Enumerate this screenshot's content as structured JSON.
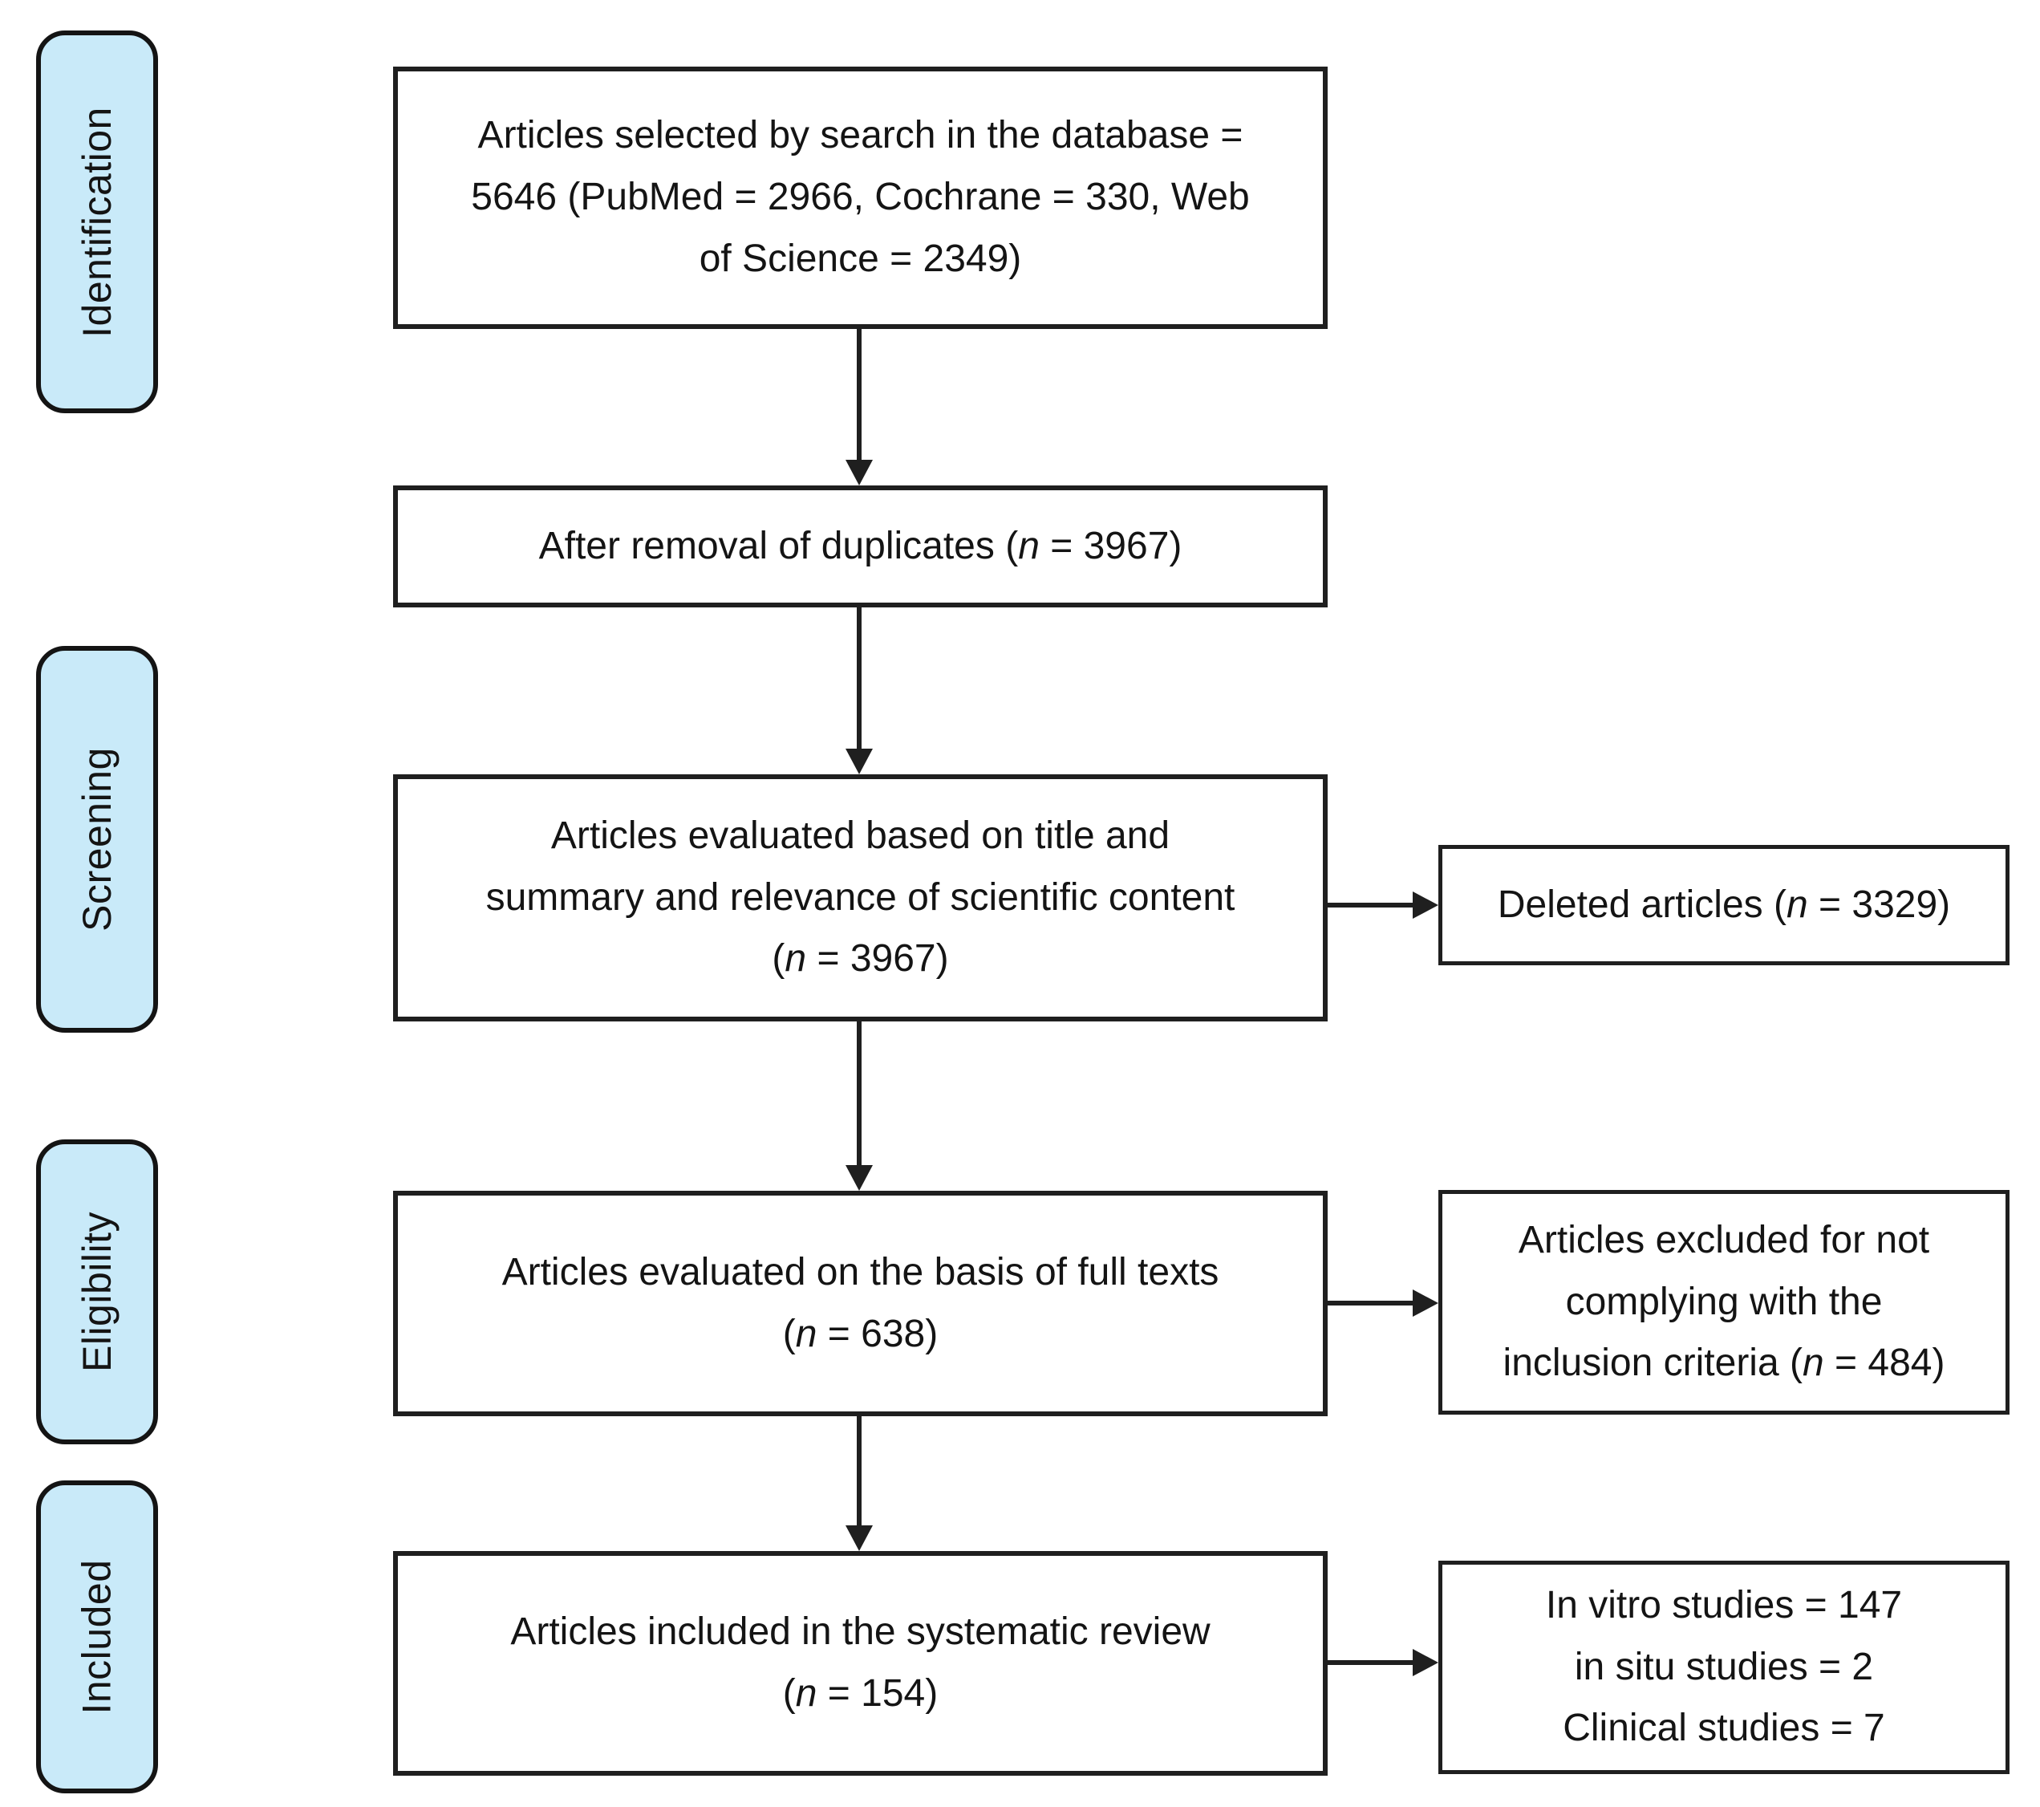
{
  "colors": {
    "stage_fill": "#C9EAF9",
    "box_fill": "#FFFFFF",
    "line_color": "#1F1F1F"
  },
  "stages": [
    {
      "label": "Identification"
    },
    {
      "label": "Screening"
    },
    {
      "label": "Eligibility"
    },
    {
      "label": "Included"
    }
  ],
  "flow_boxes": [
    {
      "lines": [
        "Articles selected by search in the database =",
        "5646 (PubMed = 2966, Cochrane = 330, Web",
        "of Science = 2349)"
      ]
    },
    {
      "lines": [
        "After removal of duplicates (n = 3967)"
      ]
    },
    {
      "lines": [
        "Articles evaluated based on title and",
        "summary and relevance of scientific content",
        "(n = 3967)"
      ]
    },
    {
      "lines": [
        "Articles evaluated on the basis of full texts",
        "(n = 638)"
      ]
    },
    {
      "lines": [
        "Articles included in the systematic review",
        "(n = 154)"
      ]
    }
  ],
  "side_boxes": [
    {
      "lines": [
        "Deleted articles (n = 3329)"
      ]
    },
    {
      "lines": [
        "Articles excluded for not",
        "complying with the",
        "inclusion criteria (n = 484)"
      ]
    },
    {
      "lines": [
        "In vitro studies = 147",
        "in situ studies = 2",
        "Clinical studies = 7"
      ]
    }
  ]
}
